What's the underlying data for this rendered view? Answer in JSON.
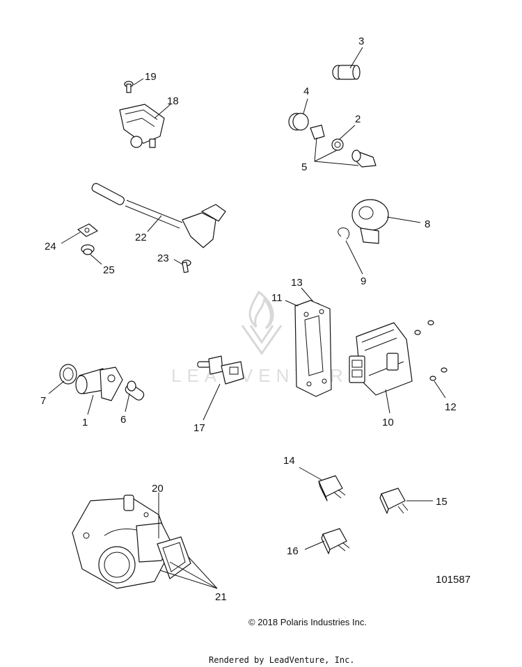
{
  "diagram": {
    "callouts": [
      "1",
      "2",
      "3",
      "4",
      "5",
      "6",
      "7",
      "8",
      "9",
      "10",
      "11",
      "12",
      "13",
      "14",
      "15",
      "16",
      "17",
      "18",
      "19",
      "20",
      "21",
      "22",
      "23",
      "24",
      "25"
    ],
    "figure_number": "101587",
    "copyright": "© 2018 Polaris Industries Inc.",
    "rendered_by": "Rendered by LeadVenture, Inc.",
    "watermark_text": "LEADVENTURE"
  }
}
